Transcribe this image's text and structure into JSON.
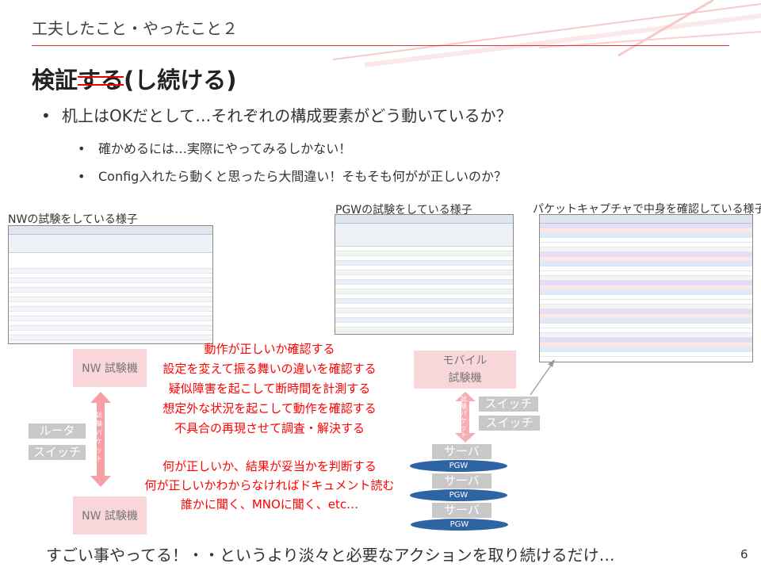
{
  "slide": {
    "title": "工夫したこと・やったこと２",
    "heading_pre": "検証",
    "heading_struck": "する",
    "heading_post": "(し続ける)",
    "bullets": [
      "机上はOKだとして…それぞれの構成要素がどう動いているか？",
      "確かめるには…実際にやってみるしかない！",
      "Config入れたら動くと思ったら大間違い！そもそも何がが正しいのか？"
    ],
    "captions": {
      "nw": "NWの試験をしている様子",
      "pgw": "PGWの試験をしている様子",
      "capture": "パケットキャプチャで中身を確認している様子"
    },
    "diagram_left": {
      "top_box": "NW 試験機",
      "bottom_box": "NW 試験機",
      "router": "ルータ",
      "switch": "スイッチ",
      "arrow_label": "試験パケット"
    },
    "diagram_right": {
      "box_line1": "モバイル",
      "box_line2": "試験機",
      "switch1": "スイッチ",
      "switch2": "スイッチ",
      "server": "サーバ",
      "pgw": "PGW",
      "arrow_label": "試験パケット"
    },
    "actions": [
      "動作が正しいか確認する",
      "設定を変えて振る舞いの違いを確認する",
      "疑似障害を起こして断時間を計測する",
      "想定外な状況を起こして動作を確認する",
      "不具合の再現させて調査・解決する"
    ],
    "judgements": [
      "何が正しいか、結果が妥当かを判断する",
      "何が正しいかわからなければドキュメント読む",
      "誰かに聞く、MNOに聞く、etc…"
    ],
    "footer": "すごい事やってる！・・というより淡々と必要なアクションを取り続けるだけ…",
    "page_number": "6"
  }
}
